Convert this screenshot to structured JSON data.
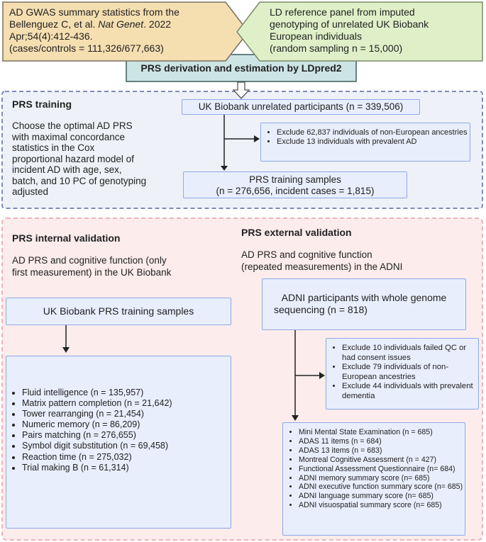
{
  "gwas_box": {
    "line1": "AD GWAS summary statistics from the",
    "line2_pre": "Bellenguez C, et al. ",
    "line2_italic": "Nat Genet",
    "line2_post": ". 2022",
    "line3": "Apr;54(4):412-436.",
    "line4": "(cases/controls = 111,326/677,663)"
  },
  "ld_box": {
    "lines": [
      "LD reference panel from imputed",
      "genotyping of unrelated UK Biobank",
      "European individuals",
      "(random sampling n = 15,000)"
    ]
  },
  "prs_derivation_title": "PRS derivation and estimation by LDpred2",
  "training": {
    "heading": "PRS training",
    "description": [
      "Choose the optimal AD PRS",
      "with maximal concordance",
      "statistics in the Cox",
      "proportional hazard model of",
      "incident AD with age, sex,",
      "batch, and 10 PC of genotyping",
      "adjusted"
    ],
    "participants": "UK Biobank unrelated participants (n = 339,506)",
    "exclusions": [
      "Exclude 62,837 individuals of non-European ancestries",
      "Exclude 13 individuals with prevalent AD"
    ],
    "samples_line1": "PRS training samples",
    "samples_line2": "(n = 276,656, incident cases = 1,815)"
  },
  "internal": {
    "heading": "PRS internal validation",
    "description": [
      "AD PRS and cognitive function (only",
      "first measurement) in the UK Biobank"
    ],
    "samples": "UK Biobank PRS training samples",
    "tests": [
      "Fluid intelligence (n = 135,957)",
      "Matrix pattern completion (n = 21,642)",
      "Tower rearranging (n = 21,454)",
      "Numeric memory (n = 86,209)",
      "Pairs matching (n = 276,655)",
      "Symbol digit substitution (n = 69,458)",
      "Reaction time (n = 275,032)",
      "Trial making B (n = 61,314)"
    ]
  },
  "external": {
    "heading": "PRS external validation",
    "description": [
      "AD PRS and cognitive function",
      "(repeated measurements) in the ADNI"
    ],
    "participants_line1": "ADNI participants with whole genome",
    "participants_line2": "sequencing (n = 818)",
    "exclusions": [
      "Exclude 10 individuals failed QC or had consent issues",
      "Exclude 79 individuals of non-European ancestries",
      "Exclude 44 individuals with prevalent dementia"
    ],
    "measures": [
      "Mini Mental State Examination (n = 685)",
      "ADAS 11 items (n = 684)",
      "ADAS 13 items (n = 683)",
      "Montreal Cognitive Assessment (n = 427)",
      "Functional Assessment Questionnaire (n= 684)",
      "ADNI memory summary score (n= 685)",
      "ADNI executive function summary score (n= 685)",
      "ADNI language summary score (n= 685)",
      "ADNI visuospatial summary score (n= 685)"
    ]
  },
  "colors": {
    "gwas_fill": "#f5deb0",
    "ld_fill": "#dff0c8",
    "derivation_fill": "#cde4e4",
    "training_fill": "#eef1f7",
    "validation_fill": "#fcecec",
    "box_fill": "#e8eefc",
    "box_border": "#8fa8e6"
  }
}
